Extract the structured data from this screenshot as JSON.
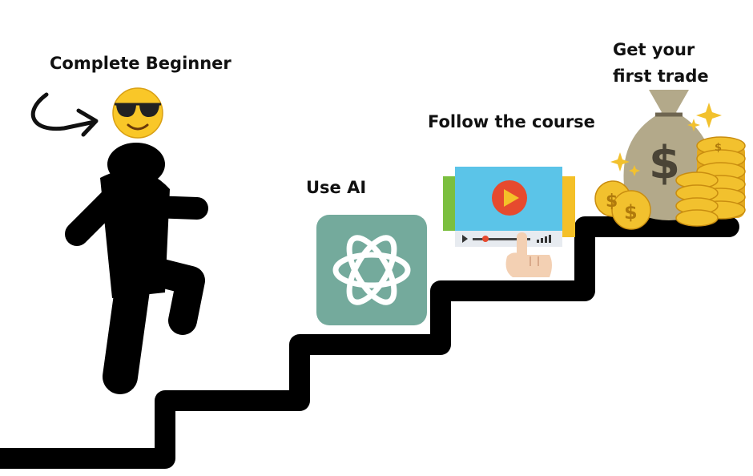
{
  "labels": {
    "beginner": "Complete Beginner",
    "use_ai": "Use AI",
    "follow_course": "Follow the course",
    "first_trade_line1": "Get your",
    "first_trade_line2": "first trade"
  },
  "icons": {
    "arrow": "curved-arrow-icon",
    "face": "sunglasses-emoji-icon",
    "person": "climbing-person-icon",
    "ai": "openai-logo-icon",
    "video": "video-player-icon",
    "hand": "pointing-hand-icon",
    "money": "money-bag-icon",
    "coins": "gold-coins-icon"
  },
  "colors": {
    "stairs": "#000000",
    "ai_tile": "#74aa9c",
    "video_screen": "#5bc4e8",
    "play_button": "#e64a2e",
    "money_bag": "#b3a98a",
    "coin_gold": "#f2c12e"
  }
}
